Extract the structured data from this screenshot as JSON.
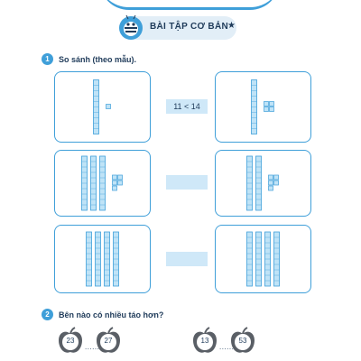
{
  "header": {
    "title": "BÀI TẬP CƠ BẢN",
    "star": "★"
  },
  "question1": {
    "number": "1",
    "text": "So sánh (theo mẫu)."
  },
  "example": {
    "answer": "11 < 14"
  },
  "question2": {
    "number": "2",
    "text": "Bên nào có nhiều táo hơn?"
  },
  "apples": {
    "pair1": {
      "left": "23",
      "right": "27",
      "dots": "......"
    },
    "pair2": {
      "left": "13",
      "right": "53",
      "dots": "......"
    }
  },
  "colors": {
    "accent": "#3f9fd9",
    "block_fill": "#bfe3f7",
    "block_stroke": "#3f9fd9",
    "answer_box": "#cfe8f8"
  },
  "rows": [
    {
      "left": {
        "tens": 1,
        "ones": 1
      },
      "right": {
        "tens": 1,
        "ones": 4
      }
    },
    {
      "left": {
        "tens": 3,
        "ones": 5
      },
      "right": {
        "tens": 2,
        "ones": 5
      }
    },
    {
      "left": {
        "tens": 4,
        "ones": 0
      },
      "right": {
        "tens": 4,
        "ones": 0
      }
    }
  ]
}
